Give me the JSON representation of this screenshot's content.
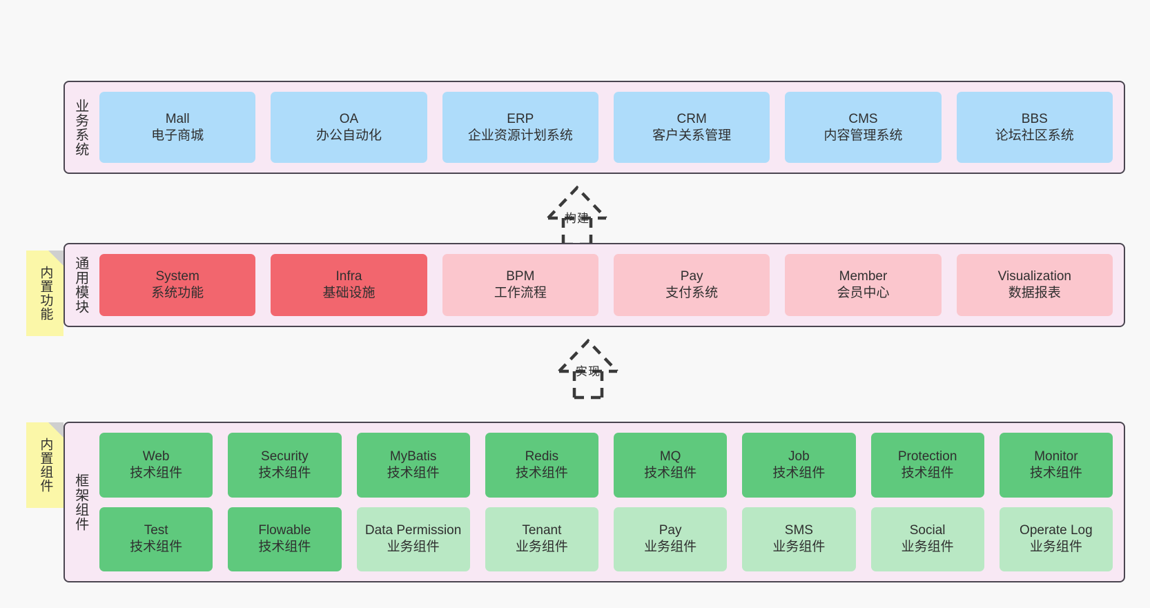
{
  "diagram": {
    "background_color": "#f8f8f8",
    "layer_fill": "#f8e8f4",
    "layer_border": "#4a4550",
    "note_fill": "#fbf7a8"
  },
  "layers": [
    {
      "id": "business-systems",
      "title": "业务系统",
      "note": null,
      "rows": [
        {
          "boxes": [
            {
              "name": "Mall",
              "sub": "电子商城",
              "color": "#aedcfa",
              "variant": "c-blue"
            },
            {
              "name": "OA",
              "sub": "办公自动化",
              "color": "#aedcfa",
              "variant": "c-blue"
            },
            {
              "name": "ERP",
              "sub": "企业资源计划系统",
              "color": "#aedcfa",
              "variant": "c-blue"
            },
            {
              "name": "CRM",
              "sub": "客户关系管理",
              "color": "#aedcfa",
              "variant": "c-blue"
            },
            {
              "name": "CMS",
              "sub": "内容管理系统",
              "color": "#aedcfa",
              "variant": "c-blue"
            },
            {
              "name": "BBS",
              "sub": "论坛社区系统",
              "color": "#aedcfa",
              "variant": "c-blue"
            }
          ]
        }
      ]
    },
    {
      "id": "common-modules",
      "title": "通用模块",
      "note": "内置功能",
      "rows": [
        {
          "boxes": [
            {
              "name": "System",
              "sub": "系统功能",
              "color": "#f2666e",
              "variant": "c-red"
            },
            {
              "name": "Infra",
              "sub": "基础设施",
              "color": "#f2666e",
              "variant": "c-red"
            },
            {
              "name": "BPM",
              "sub": "工作流程",
              "color": "#fbc6cd",
              "variant": "c-pink"
            },
            {
              "name": "Pay",
              "sub": "支付系统",
              "color": "#fbc6cd",
              "variant": "c-pink"
            },
            {
              "name": "Member",
              "sub": "会员中心",
              "color": "#fbc6cd",
              "variant": "c-pink"
            },
            {
              "name": "Visualization",
              "sub": "数据报表",
              "color": "#fbc6cd",
              "variant": "c-pink"
            }
          ]
        }
      ]
    },
    {
      "id": "framework-components",
      "title": "框架组件",
      "note": "内置组件",
      "rows": [
        {
          "boxes": [
            {
              "name": "Web",
              "sub": "技术组件",
              "color": "#5fc97d",
              "variant": "c-green"
            },
            {
              "name": "Security",
              "sub": "技术组件",
              "color": "#5fc97d",
              "variant": "c-green"
            },
            {
              "name": "MyBatis",
              "sub": "技术组件",
              "color": "#5fc97d",
              "variant": "c-green"
            },
            {
              "name": "Redis",
              "sub": "技术组件",
              "color": "#5fc97d",
              "variant": "c-green"
            },
            {
              "name": "MQ",
              "sub": "技术组件",
              "color": "#5fc97d",
              "variant": "c-green"
            },
            {
              "name": "Job",
              "sub": "技术组件",
              "color": "#5fc97d",
              "variant": "c-green"
            },
            {
              "name": "Protection",
              "sub": "技术组件",
              "color": "#5fc97d",
              "variant": "c-green"
            },
            {
              "name": "Monitor",
              "sub": "技术组件",
              "color": "#5fc97d",
              "variant": "c-green"
            }
          ]
        },
        {
          "boxes": [
            {
              "name": "Test",
              "sub": "技术组件",
              "color": "#5fc97d",
              "variant": "c-green"
            },
            {
              "name": "Flowable",
              "sub": "技术组件",
              "color": "#5fc97d",
              "variant": "c-green"
            },
            {
              "name": "Data Permission",
              "sub": "业务组件",
              "color": "#b9e8c4",
              "variant": "c-lightgreen"
            },
            {
              "name": "Tenant",
              "sub": "业务组件",
              "color": "#b9e8c4",
              "variant": "c-lightgreen"
            },
            {
              "name": "Pay",
              "sub": "业务组件",
              "color": "#b9e8c4",
              "variant": "c-lightgreen"
            },
            {
              "name": "SMS",
              "sub": "业务组件",
              "color": "#b9e8c4",
              "variant": "c-lightgreen"
            },
            {
              "name": "Social",
              "sub": "业务组件",
              "color": "#b9e8c4",
              "variant": "c-lightgreen"
            },
            {
              "name": "Operate Log",
              "sub": "业务组件",
              "color": "#b9e8c4",
              "variant": "c-lightgreen"
            }
          ]
        }
      ]
    }
  ],
  "connectors": [
    {
      "id": "build",
      "label": "构建",
      "style": "dashed-generalization"
    },
    {
      "id": "implement",
      "label": "实现",
      "style": "dashed-generalization"
    }
  ]
}
